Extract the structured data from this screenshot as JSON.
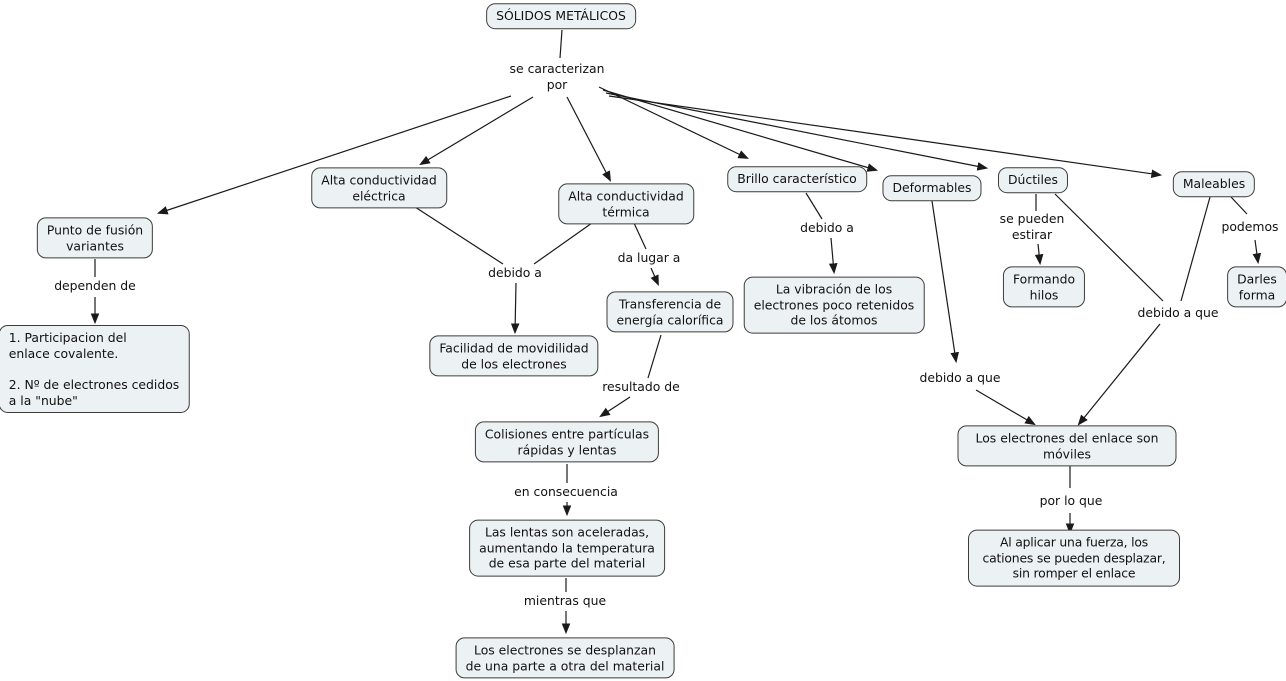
{
  "diagram": {
    "kind": "concept-map",
    "colors": {
      "node_fill": "#ecf2f4",
      "node_border": "#3c3c3c",
      "line": "#1a1a1a",
      "text": "#111111"
    },
    "nodes": {
      "root": "SÓLIDOS METÁLICOS",
      "punto_fusion": "Punto de fusión\nvariantes",
      "factores": "1. Participacion del\nenlace covalente.\n\n2. Nº de electrones cedidos\na la \"nube\"",
      "alta_electrica": "Alta conductividad\neléctrica",
      "alta_termica": "Alta conductividad\ntérmica",
      "transferencia": "Transferencia de\nenergía calorífica",
      "facilidad": "Facilidad de movidilidad\nde los electrones",
      "colisiones": "Colisiones entre partículas\nrápidas y lentas",
      "lentas": "Las lentas son aceleradas,\naumentando la temperatura\nde esa parte del material",
      "desplazan": "Los electrones se desplanzan\nde una parte a otra del material",
      "brillo": "Brillo característico",
      "vibracion": "La vibración de los\nelectrones poco retenidos\nde los átomos",
      "deformables": "Deformables",
      "ductiles": "Dúctiles",
      "formando": "Formando\nhilos",
      "maleables": "Maleables",
      "darles": "Darles\nforma",
      "moviles": "Los electrones del enlace son móviles",
      "aplicar": "Al aplicar una fuerza, los cationes se pueden desplazar,\nsin romper el enlace"
    },
    "links": {
      "se_caracterizan": "se caracterizan\npor",
      "dependen_de": "dependen de",
      "debido_a_cond": "debido a",
      "da_lugar_a": "da lugar a",
      "resultado_de": "resultado de",
      "en_consecuencia": "en consecuencia",
      "mientras_que": "mientras que",
      "debido_a_brillo": "debido a",
      "debido_a_que_def": "debido a que",
      "se_pueden_estirar": "se pueden\nestirar",
      "podemos": "podemos",
      "debido_a_que_mal": "debido a que",
      "por_lo_que": "por lo que"
    }
  }
}
